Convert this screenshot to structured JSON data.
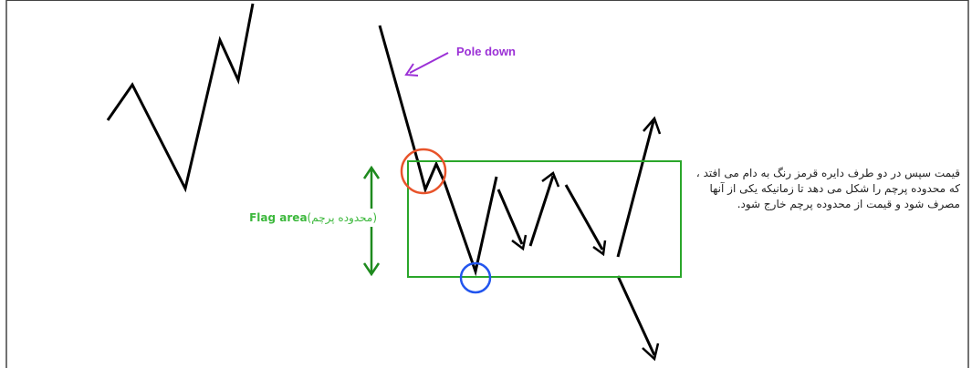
{
  "labels": {
    "pole_down": "Pole down",
    "flag_area": "Flag area",
    "flag_area_fa": "(محدوده پرچم)",
    "description": "قیمت سپس در دو طرف دایره قرمز رنگ به دام می افتد ، که محدوده پرچم را شکل می دهد تا زمانیکه یکی از آنها مصرف شود و قیمت از محدوده پرچم خارج شود."
  },
  "colors": {
    "line": "#000000",
    "pole_label": "#9b30d6",
    "flag_box": "#2aa62a",
    "flag_label": "#3cb83c",
    "dim_arrow": "#1e8a1e",
    "red_circle": "#e8532a",
    "blue_circle": "#2255ee",
    "border": "#444444"
  }
}
